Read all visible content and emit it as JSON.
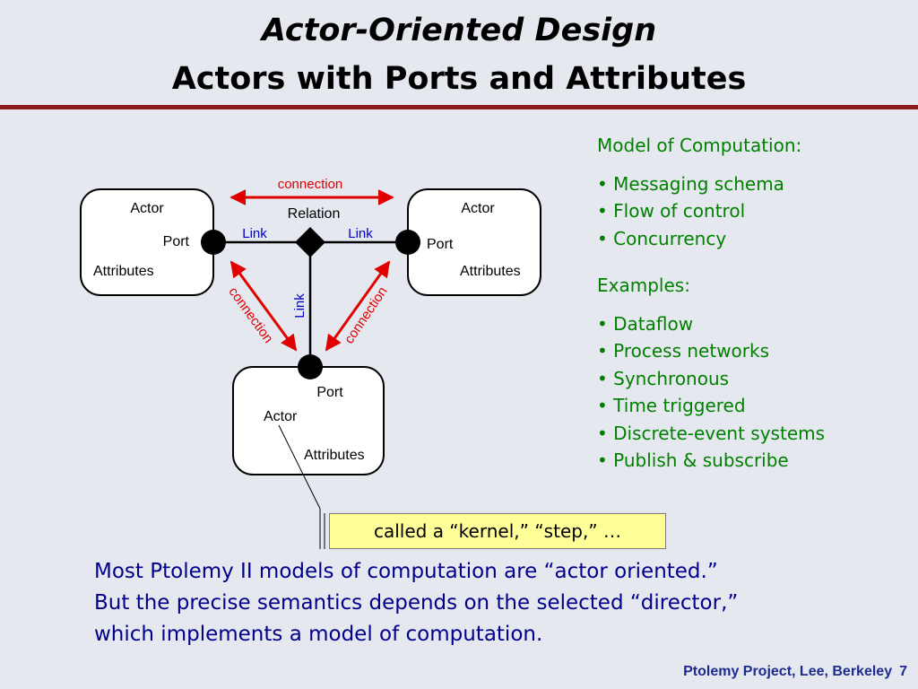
{
  "title": {
    "line1": "Actor-Oriented Design",
    "line2": "Actors with Ports and Attributes"
  },
  "diagram": {
    "actor_left": {
      "actor": "Actor",
      "port": "Port",
      "attributes": "Attributes"
    },
    "actor_right": {
      "actor": "Actor",
      "port": "Port",
      "attributes": "Attributes"
    },
    "actor_bottom": {
      "actor": "Actor",
      "port": "Port",
      "attributes": "Attributes"
    },
    "relation": "Relation",
    "link_left": "Link",
    "link_right": "Link",
    "link_vertical": "Link",
    "connection_top": "connection",
    "connection_left": "connection",
    "connection_right": "connection",
    "colors": {
      "connection": "#e00000",
      "link": "#0000cc"
    }
  },
  "model_of_computation": {
    "heading": "Model of Computation:",
    "items": [
      "• Messaging schema",
      "• Flow of control",
      "• Concurrency"
    ]
  },
  "examples": {
    "heading": "Examples:",
    "items": [
      "• Dataflow",
      "• Process networks",
      "• Synchronous",
      "• Time triggered",
      "• Discrete-event systems",
      "• Publish & subscribe"
    ]
  },
  "callout": "called a “kernel,” “step,” …",
  "paragraph": {
    "line1": "Most Ptolemy II models of computation are “actor oriented.”",
    "line2": "But the precise semantics depends on the selected “director,”",
    "line3": "which implements a model of computation."
  },
  "footer": {
    "text": "Ptolemy Project, Lee, Berkeley",
    "page": "7"
  },
  "colors": {
    "title_rule": "#8b1a1a",
    "list_text": "#008000",
    "paragraph_text": "#00008b",
    "callout_bg": "#ffff99",
    "footer_text": "#1d2b8f"
  }
}
